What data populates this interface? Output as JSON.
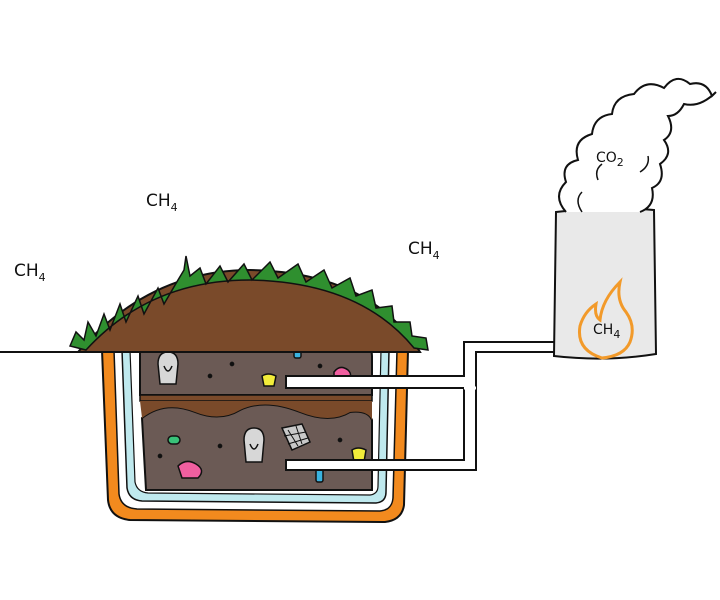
{
  "labels": {
    "gas_left": "CH",
    "gas_left_sub": "4",
    "gas_top": "CH",
    "gas_top_sub": "4",
    "gas_right": "CH",
    "gas_right_sub": "4",
    "flare_gas": "CH",
    "flare_gas_sub": "4",
    "smoke_gas": "CO",
    "smoke_gas_sub": "2"
  },
  "colors": {
    "soil": "#7a4a2a",
    "waste": "#6b5a55",
    "grass": "#2f8f2f",
    "liner_orange": "#f28a1e",
    "liner_blue": "#bfe9ee",
    "pipe": "#ffffff",
    "flare_body": "#e9e9e9",
    "flame": "#f29a2a"
  },
  "icons": {
    "flame": "flame-icon",
    "smoke": "smoke-cloud-icon"
  }
}
